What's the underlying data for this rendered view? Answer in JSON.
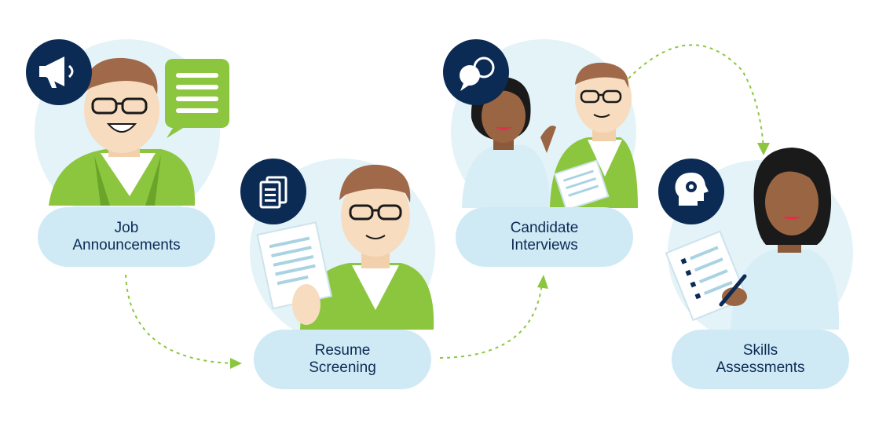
{
  "steps": [
    {
      "label": "Job\nAnnouncements",
      "icon": "megaphone-icon"
    },
    {
      "label": "Resume\nScreening",
      "icon": "documents-icon"
    },
    {
      "label": "Candidate\nInterviews",
      "icon": "chat-bubbles-icon"
    },
    {
      "label": "Skills\nAssessments",
      "icon": "head-gear-icon"
    }
  ],
  "colors": {
    "navy": "#0b2b55",
    "pill": "#cfeaf5",
    "circle": "#e3f3f8",
    "green": "#8cc63f",
    "arrow": "#8cc63f"
  }
}
